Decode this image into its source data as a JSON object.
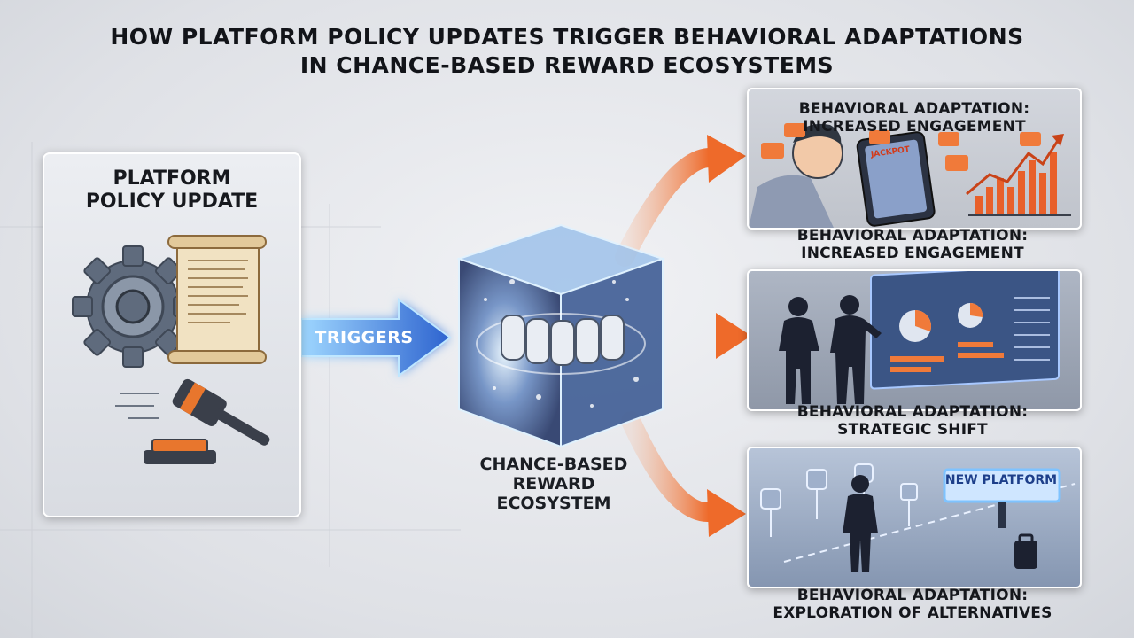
{
  "title": {
    "line1": "HOW PLATFORM POLICY UPDATES TRIGGER BEHAVIORAL ADAPTATIONS",
    "line2": "IN CHANCE-BASED REWARD ECOSYSTEMS"
  },
  "policy": {
    "title_line1": "PLATFORM",
    "title_line2": "POLICY UPDATE",
    "icons": [
      "gear-icon",
      "scroll-icon",
      "gavel-icon"
    ]
  },
  "trigger": {
    "label": "TRIGGERS"
  },
  "ecosystem": {
    "label_line1": "CHANCE-BASED",
    "label_line2": "REWARD",
    "label_line3": "ECOSYSTEM"
  },
  "adaptations": [
    {
      "caption_top_line1": "BEHAVIORAL ADAPTATION:",
      "caption_top_line2": "INCREASED ENGAGEMENT",
      "caption_line1": "BEHAVIORAL ADAPTATION:",
      "caption_line2": "INCREASED ENGAGEMENT",
      "phone_text": "JACKPOT"
    },
    {
      "caption_line1": "BEHAVIORAL ADAPTATION:",
      "caption_line2": "STRATEGIC SHIFT"
    },
    {
      "caption_line1": "BEHAVIORAL ADAPTATION:",
      "caption_line2": "EXPLORATION OF ALTERNATIVES",
      "sign_text": "NEW PLATFORM"
    }
  ],
  "colors": {
    "arrow_orange": "#f07a3a",
    "arrow_blue": "#2f6fd6",
    "glow_blue": "#6fc3ff",
    "panel_border": "#ffffff"
  }
}
